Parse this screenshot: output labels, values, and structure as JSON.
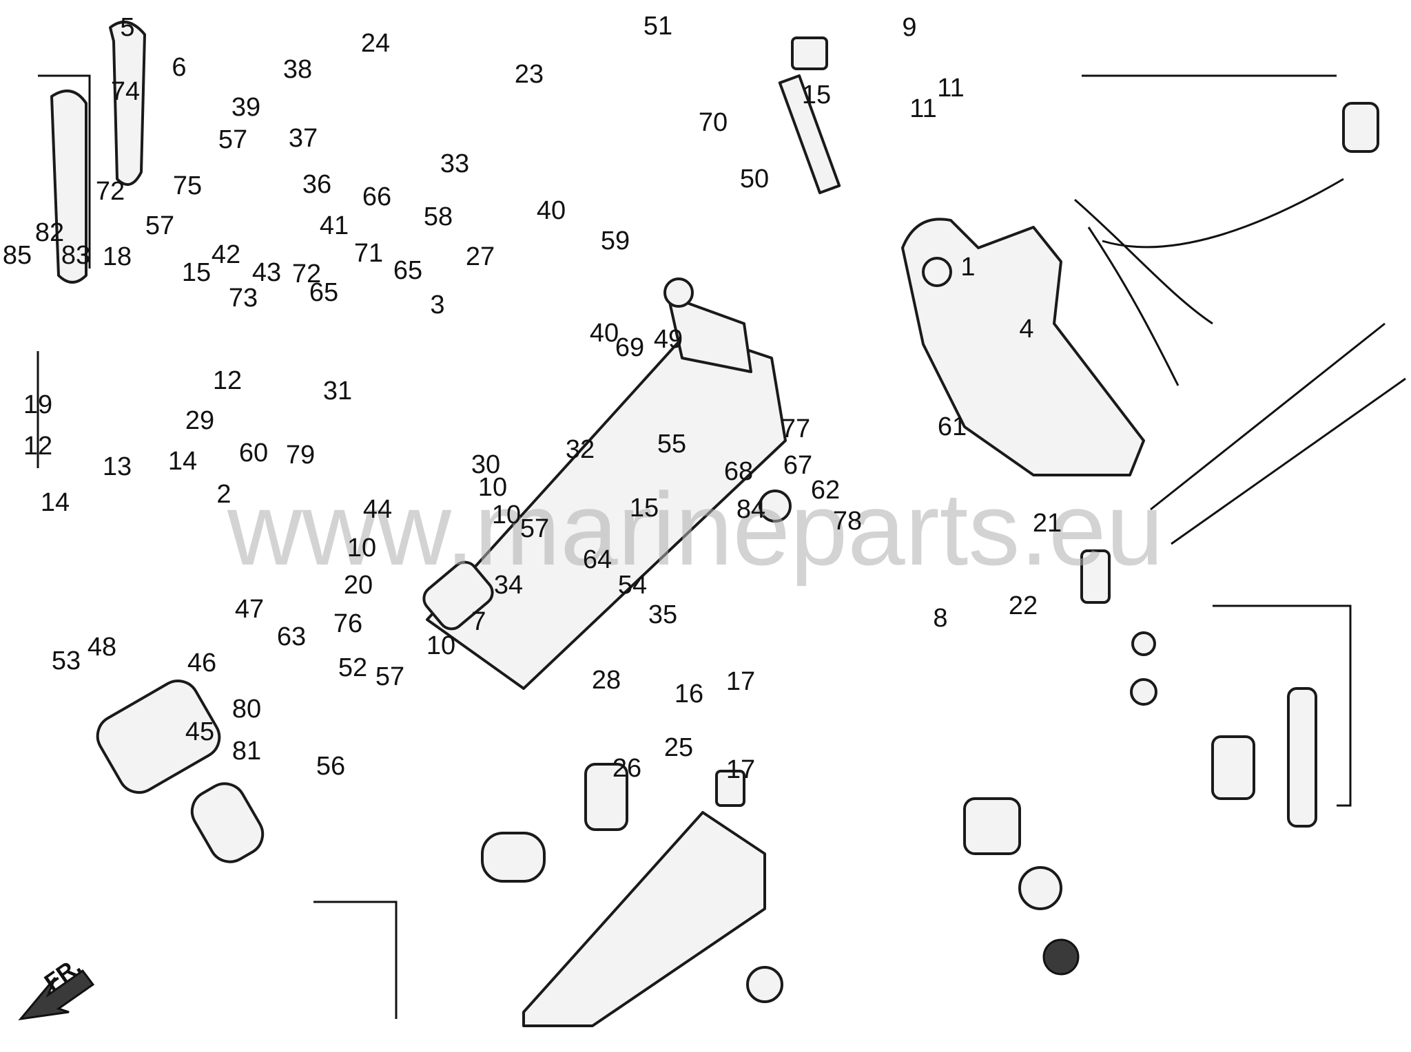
{
  "watermark": "www.marineparts.eu",
  "direction_label": "FR.",
  "callouts": [
    "1",
    "2",
    "3",
    "4",
    "5",
    "6",
    "7",
    "8",
    "9",
    "10",
    "10",
    "10",
    "10",
    "11",
    "11",
    "12",
    "12",
    "13",
    "14",
    "14",
    "15",
    "15",
    "15",
    "16",
    "17",
    "17",
    "18",
    "19",
    "20",
    "21",
    "22",
    "23",
    "24",
    "25",
    "26",
    "27",
    "28",
    "29",
    "30",
    "31",
    "32",
    "33",
    "34",
    "35",
    "36",
    "37",
    "38",
    "39",
    "40",
    "40",
    "41",
    "42",
    "43",
    "44",
    "45",
    "46",
    "47",
    "48",
    "49",
    "50",
    "51",
    "52",
    "53",
    "54",
    "55",
    "56",
    "57",
    "57",
    "57",
    "57",
    "58",
    "59",
    "60",
    "61",
    "62",
    "63",
    "64",
    "65",
    "65",
    "66",
    "67",
    "68",
    "69",
    "70",
    "71",
    "72",
    "72",
    "73",
    "74",
    "75",
    "76",
    "77",
    "78",
    "79",
    "80",
    "81",
    "82",
    "83",
    "84",
    "85"
  ]
}
